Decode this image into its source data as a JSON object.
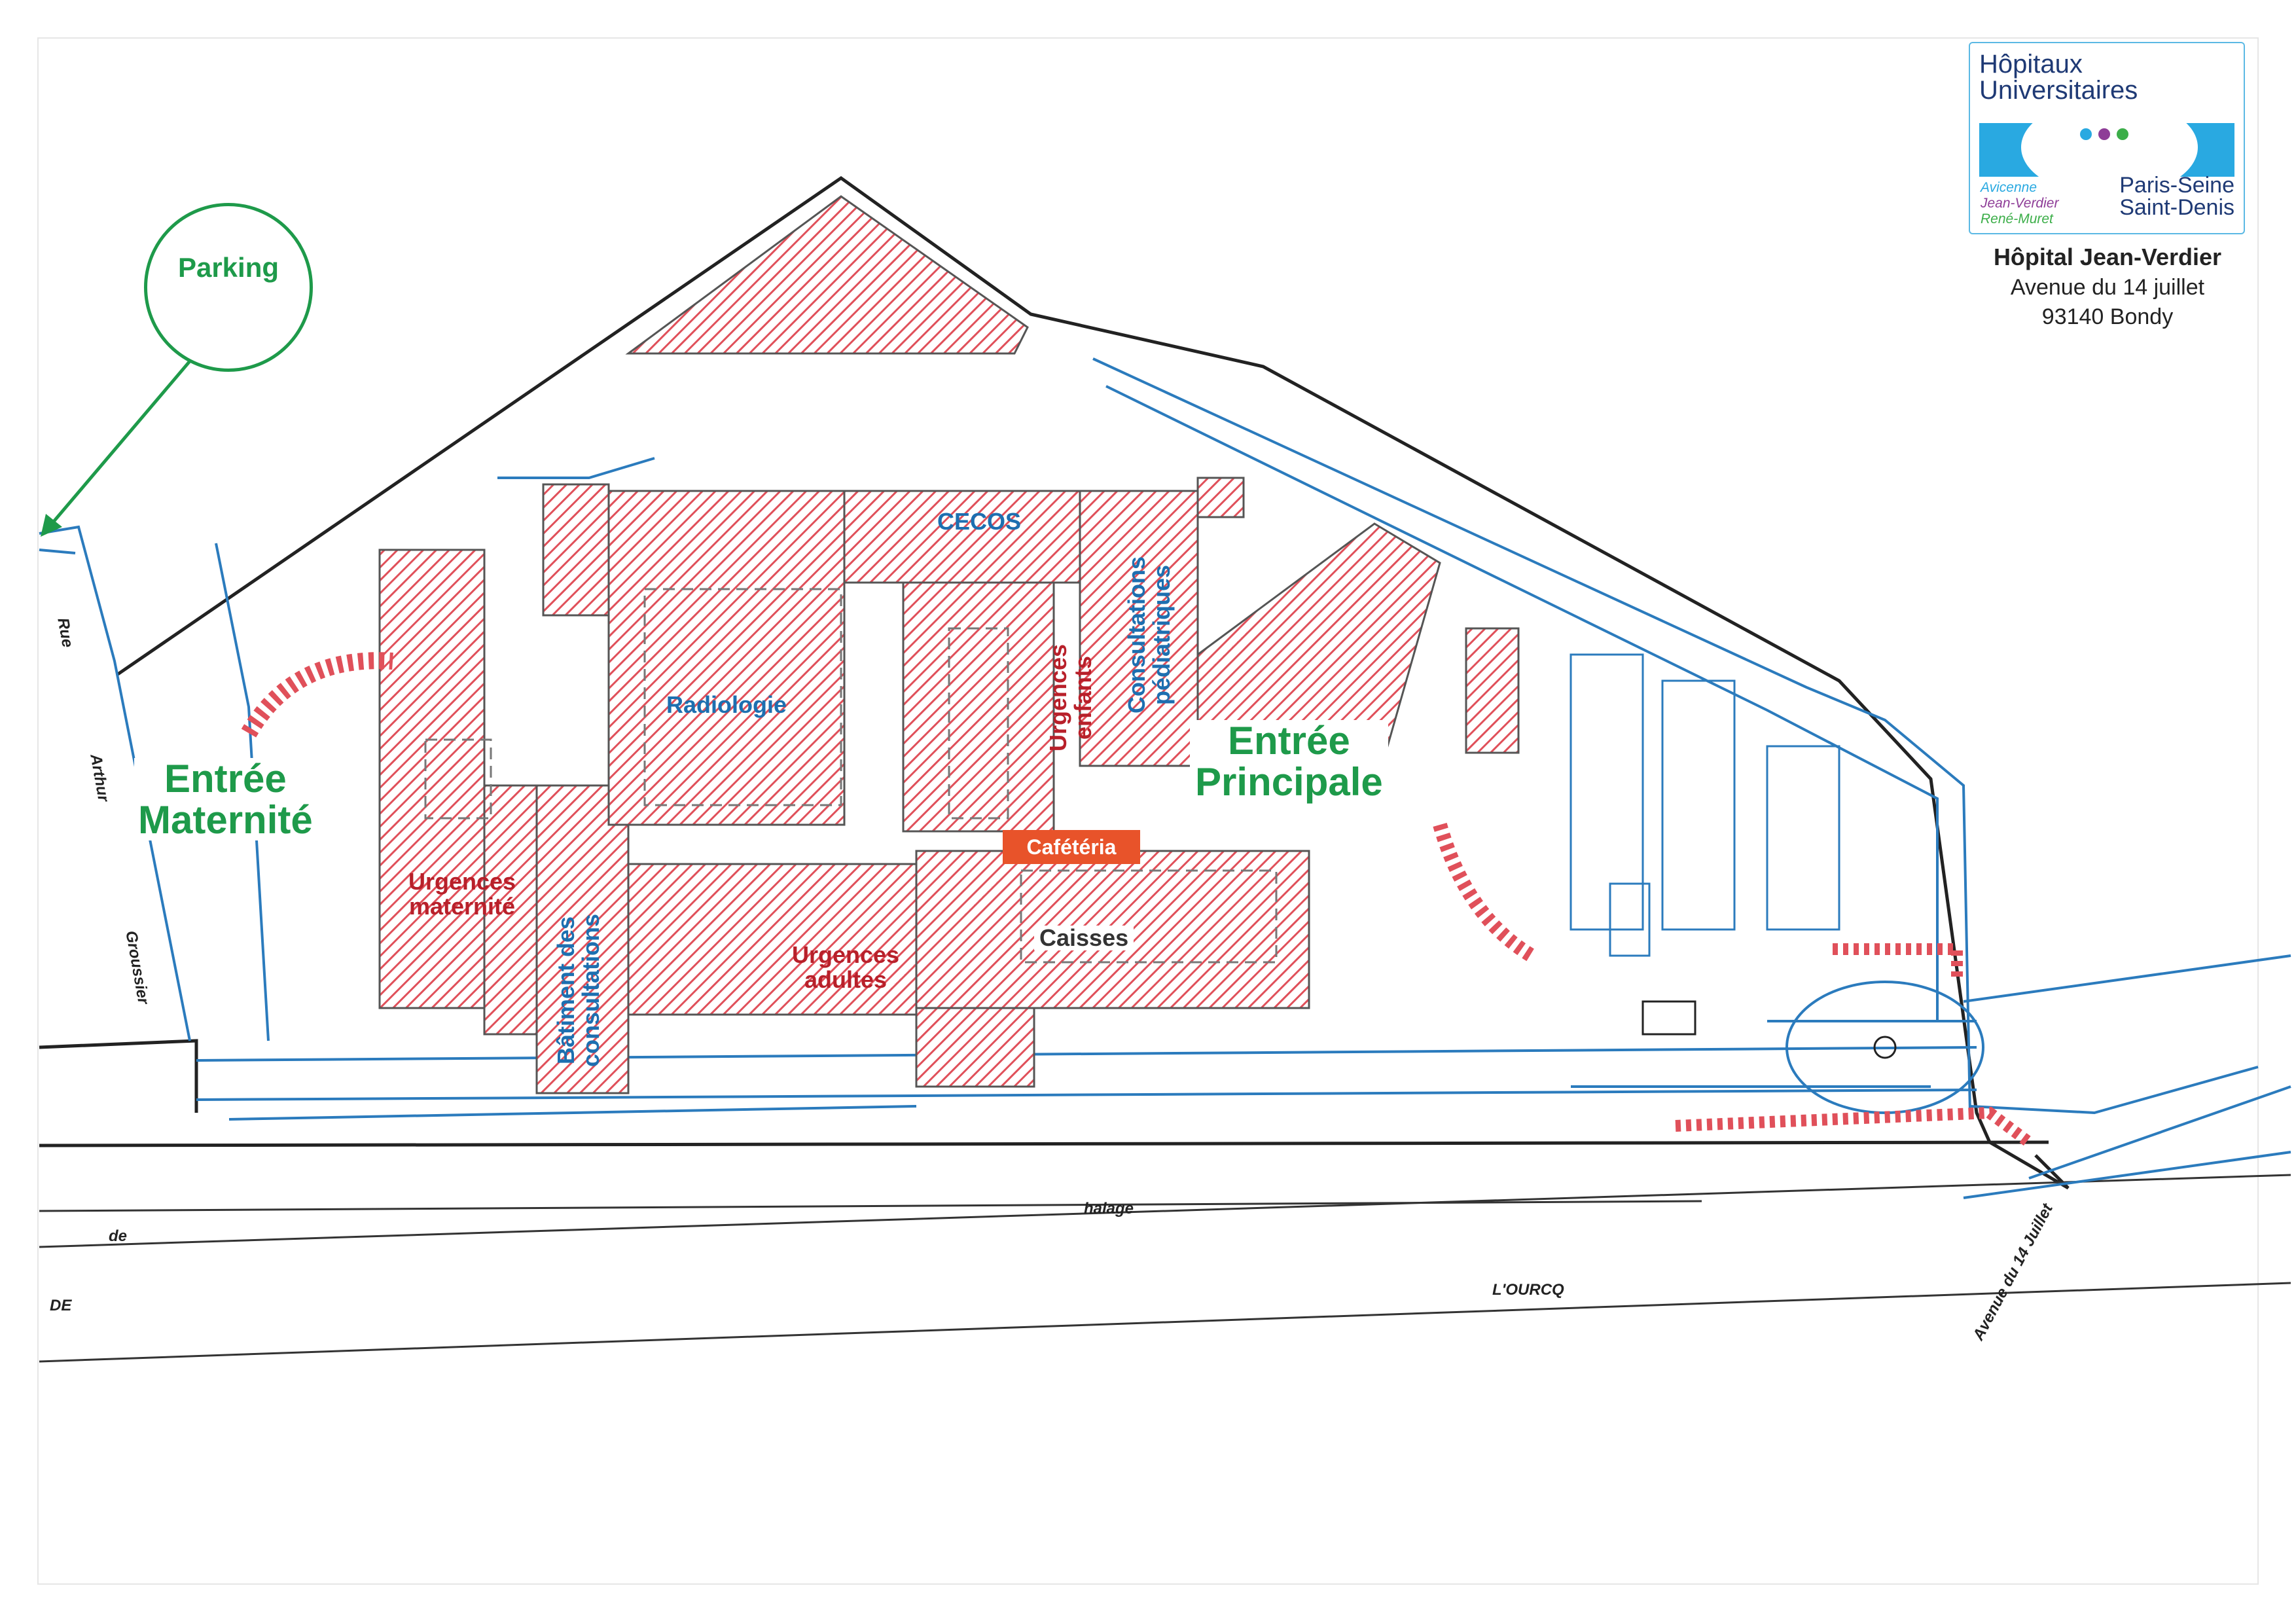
{
  "header": {
    "logo": {
      "title_line1": "Hôpitaux",
      "title_line2": "Universitaires",
      "sites": [
        "Avicenne",
        "Jean-Verdier",
        "René-Muret"
      ],
      "region_line1": "Paris-Seine",
      "region_line2": "Saint-Denis",
      "colors": {
        "brand_blue": "#29a9e1",
        "avicenne": "#29a9e1",
        "jean_verdier": "#8e3d97",
        "rene_muret": "#3cae49"
      }
    },
    "hospital_name": "Hôpital Jean-Verdier",
    "address_line1": "Avenue du 14 juillet",
    "address_line2": "93140 Bondy"
  },
  "parking": {
    "label": "Parking",
    "color": "#1e9a4a"
  },
  "entrances": {
    "maternity": {
      "line1": "Entrée",
      "line2": "Maternité"
    },
    "main": {
      "line1": "Entrée",
      "line2": "Principale"
    }
  },
  "departments": {
    "cecos": "CECOS",
    "radiologie": "Radiologie",
    "consultations_pediatriques_line1": "Consultations",
    "consultations_pediatriques_line2": "pédiatriques",
    "urgences_enfants_line1": "Urgences",
    "urgences_enfants_line2": "enfants",
    "urgences_maternite_line1": "Urgences",
    "urgences_maternite_line2": "maternité",
    "batiment_consultations_line1": "Bâtiment des",
    "batiment_consultations_line2": "consultations",
    "urgences_adultes_line1": "Urgences",
    "urgences_adultes_line2": "adultes",
    "cafeteria": "Cafétéria",
    "caisses": "Caisses"
  },
  "streets": {
    "rue": "Rue",
    "arthur": "Arthur",
    "groussier": "Groussier",
    "de": "de",
    "DE": "DE",
    "halage": "halage",
    "lourcq": "L'OURCQ",
    "avenue": "Avenue du 14 Juillet"
  },
  "colors": {
    "road_line": "#2b7bbd",
    "building_hatch": "#e0505a",
    "entrance_green": "#1e9a4a",
    "service_blue": "#1d6fb0",
    "urgent_red": "#b8202a",
    "cafeteria_orange": "#e8532a"
  }
}
